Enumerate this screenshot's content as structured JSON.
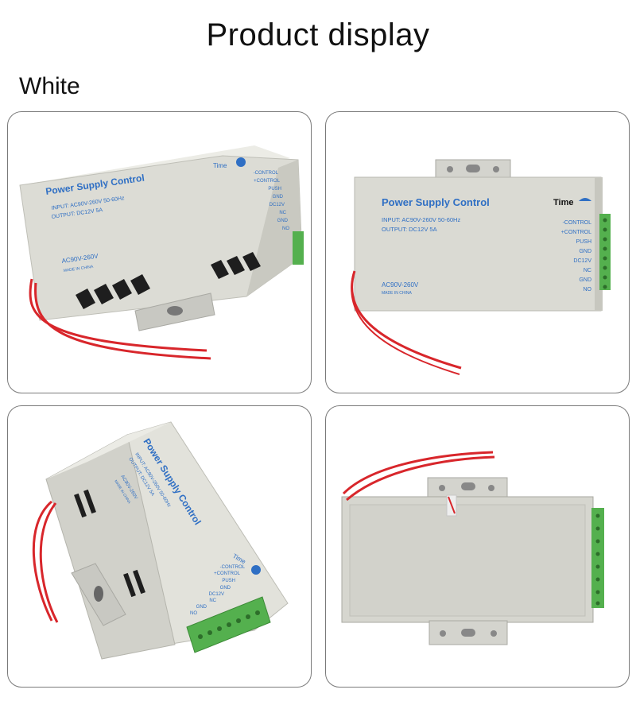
{
  "header": {
    "title": "Product display",
    "color_variant": "White"
  },
  "product": {
    "brand_label": "Power Supply Control",
    "input_spec": "INPUT: AC90V-260V 50-60Hz",
    "output_spec": "OUTPUT: DC12V 5A",
    "voltage_range": "AC90V-260V",
    "made_in": "MADE IN CHINA",
    "time_label": "Time",
    "terminals": [
      "-CONTROL",
      "+CONTROL",
      "PUSH",
      "GND",
      "DC12V",
      "NC",
      "GND",
      "NO"
    ]
  },
  "colors": {
    "housing": "#d9d9d2",
    "label_blue": "#2f6fc4",
    "terminal_green": "#54b04e",
    "wire_red": "#d8262b"
  },
  "cards": [
    {
      "view": "angled-front"
    },
    {
      "view": "front"
    },
    {
      "view": "angled-terminal-side"
    },
    {
      "view": "back"
    }
  ]
}
